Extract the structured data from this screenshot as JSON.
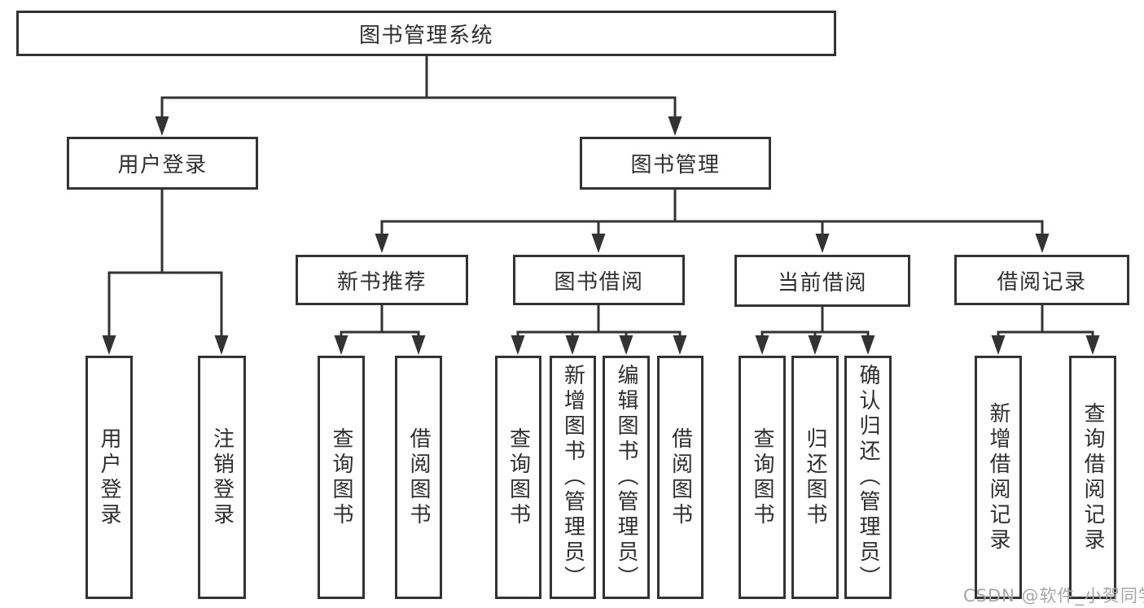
{
  "diagram": {
    "type": "hierarchy-tree",
    "background": "#ffffff",
    "line_color": "#333333",
    "text_color": "#2e2e2e"
  },
  "tree": {
    "root": {
      "label": "图书管理系统",
      "children": [
        {
          "label": "用户登录",
          "children": [
            {
              "label": "用户登录"
            },
            {
              "label": "注销登录"
            }
          ]
        },
        {
          "label": "图书管理",
          "children": [
            {
              "label": "新书推荐",
              "children": [
                {
                  "label": "查询图书"
                },
                {
                  "label": "借阅图书"
                }
              ]
            },
            {
              "label": "图书借阅",
              "children": [
                {
                  "label": "查询图书"
                },
                {
                  "label": "新增图书（管理员）"
                },
                {
                  "label": "编辑图书（管理员）"
                },
                {
                  "label": "借阅图书"
                }
              ]
            },
            {
              "label": "当前借阅",
              "children": [
                {
                  "label": "查询图书"
                },
                {
                  "label": "归还图书"
                },
                {
                  "label": "确认归还（管理员）"
                }
              ]
            },
            {
              "label": "借阅记录",
              "children": [
                {
                  "label": "新增借阅记录"
                },
                {
                  "label": "查询借阅记录"
                }
              ]
            }
          ]
        }
      ]
    }
  },
  "watermark": {
    "text": "CSDN @软件_小贺同学",
    "color": "#a6a6a6"
  }
}
